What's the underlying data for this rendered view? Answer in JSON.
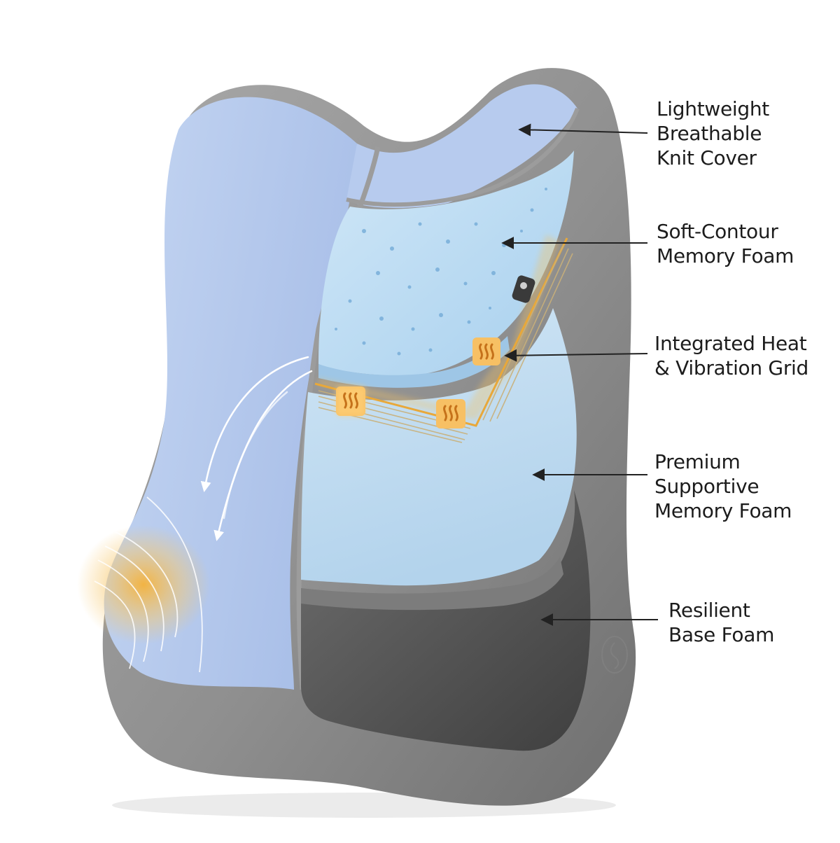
{
  "diagram": {
    "callouts": [
      {
        "id": "knit-cover",
        "lines": [
          "Lightweight",
          "Breathable",
          "Knit Cover"
        ]
      },
      {
        "id": "soft-contour-foam",
        "lines": [
          "Soft-Contour",
          "Memory Foam"
        ]
      },
      {
        "id": "heat-vibration-grid",
        "lines": [
          "Integrated Heat",
          "& Vibration Grid"
        ]
      },
      {
        "id": "supportive-foam",
        "lines": [
          "Premium",
          "Supportive",
          "Memory Foam"
        ]
      },
      {
        "id": "base-foam",
        "lines": [
          "Resilient",
          "Base Foam"
        ]
      }
    ],
    "colors": {
      "knit_cover": "#b9cdee",
      "soft_foam": "#bcdcf2",
      "supportive_foam": "#c2ddf0",
      "base_foam": "#595959",
      "shell": "#9a9a9a",
      "heat_glow": "#f4b13c",
      "callout_line": "#222222"
    },
    "icons": [
      "heat-wave-icon",
      "heat-wave-icon",
      "heat-wave-icon",
      "brand-logo-icon",
      "airflow-arrow-icon"
    ]
  }
}
